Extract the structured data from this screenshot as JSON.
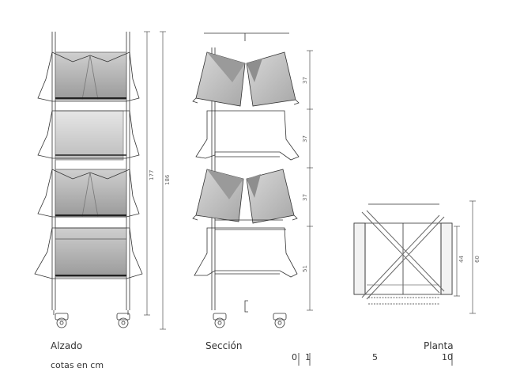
{
  "views": {
    "alzado": "Alzado",
    "seccion": "Sección",
    "planta": "Planta"
  },
  "units_note": "cotas en cm",
  "scale_ticks": [
    "0",
    "1",
    "5",
    "10"
  ],
  "dimensions": {
    "alzado_inner": "177",
    "alzado_outer": "186",
    "seccion_tiers": [
      "37",
      "37",
      "37",
      "51"
    ],
    "planta_inner": "44",
    "planta_outer": "60"
  },
  "colors": {
    "line": "#333333",
    "panel_light": "#d9d9d9",
    "panel_dark": "#a6a6a6"
  }
}
